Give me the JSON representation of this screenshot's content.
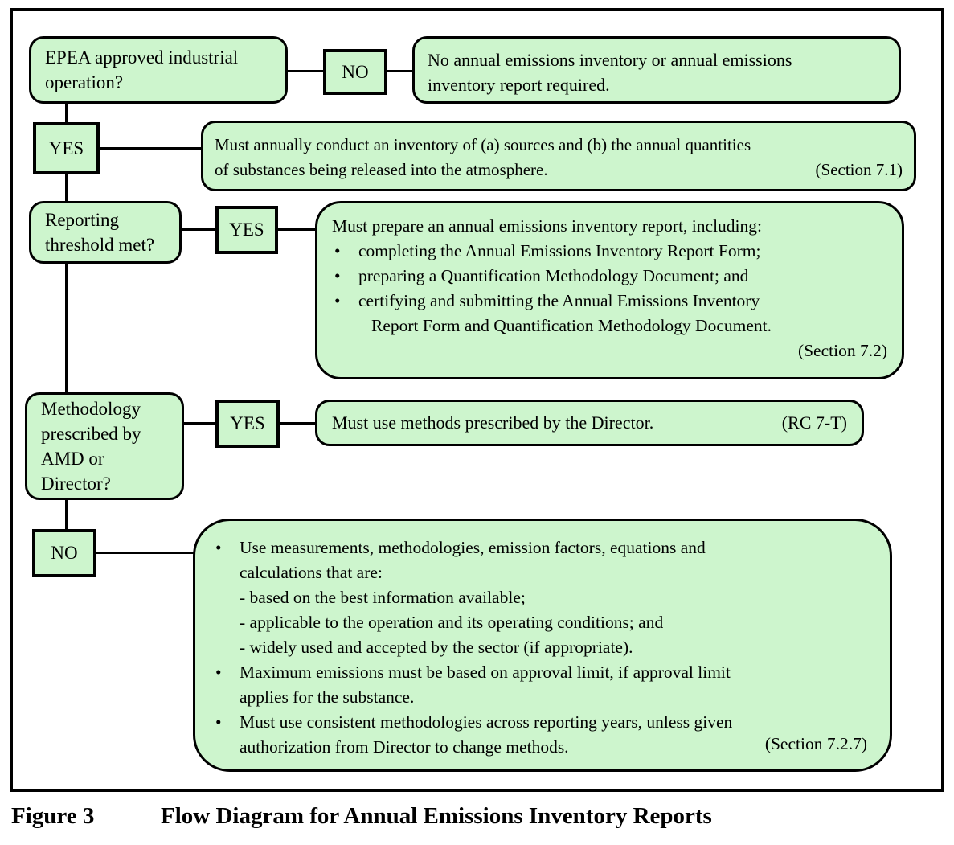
{
  "palette": {
    "page_bg": "#ffffff",
    "box_fill": "#cdf5cd",
    "box_border": "#000000",
    "line": "#000000",
    "text": "#000000"
  },
  "glyphs": {
    "bullet": "•"
  },
  "caption": {
    "label": "Figure 3",
    "title": "Flow Diagram for Annual Emissions Inventory Reports"
  },
  "diagram": {
    "row1": {
      "question": {
        "lines": [
          "EPEA approved industrial",
          "operation?"
        ]
      },
      "answer": "NO",
      "result": {
        "lines": [
          "No annual emissions inventory or annual emissions",
          "inventory report required."
        ]
      }
    },
    "row2": {
      "answer": "YES",
      "result": {
        "lines": [
          "Must annually conduct an inventory of (a) sources and (b) the annual quantities",
          "of substances being released into the atmosphere."
        ],
        "section": "(Section 7.1)"
      }
    },
    "row3": {
      "question": {
        "lines": [
          "Reporting",
          "threshold met?"
        ]
      },
      "answer": "YES",
      "result": {
        "intro": "Must prepare an annual emissions inventory report, including:",
        "bullets": [
          {
            "lines": [
              "completing the Annual Emissions Inventory Report Form;"
            ]
          },
          {
            "lines": [
              "preparing a Quantification Methodology Document; and"
            ]
          },
          {
            "lines": [
              "certifying and submitting the Annual Emissions Inventory",
              "Report Form and Quantification Methodology Document."
            ]
          }
        ],
        "section": "(Section 7.2)"
      }
    },
    "row4": {
      "question": {
        "lines": [
          "Methodology",
          "prescribed by",
          "AMD or",
          "Director?"
        ]
      },
      "answer": "YES",
      "result": {
        "text": "Must use methods prescribed by the Director.",
        "section": "(RC 7-T)"
      }
    },
    "row5": {
      "answer": "NO",
      "result": {
        "bullets": [
          {
            "lines": [
              "Use measurements, methodologies, emission factors, equations and",
              "calculations that are:",
              "- based on the best information available;",
              "- applicable to the operation and its operating conditions; and",
              "- widely used and accepted by the sector (if appropriate)."
            ]
          },
          {
            "lines": [
              "Maximum emissions must be based on approval limit, if approval limit",
              "applies for the substance."
            ]
          },
          {
            "lines": [
              "Must use consistent methodologies across reporting years, unless given",
              "authorization from Director to change methods."
            ]
          }
        ],
        "section": "(Section 7.2.7)"
      }
    }
  }
}
